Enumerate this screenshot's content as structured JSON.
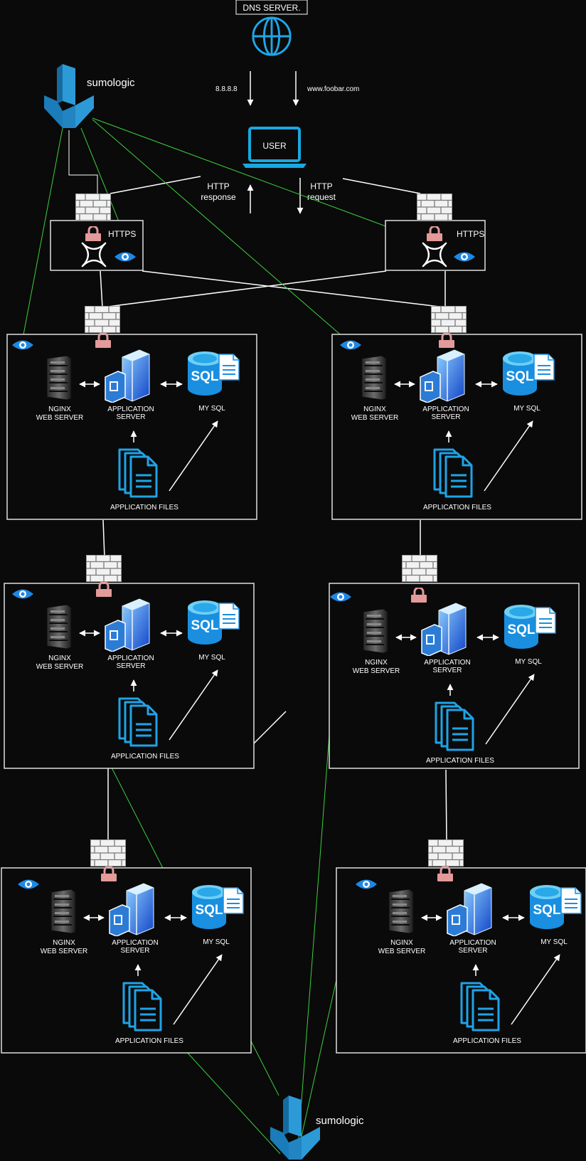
{
  "dns": {
    "label": "DNS  SERVER."
  },
  "sumologic": {
    "top_label": "sumologic",
    "bottom_label": "sumologic"
  },
  "dns_ip": "8.8.8.8",
  "dns_domain": "www.foobar.com",
  "user": {
    "label": "USER"
  },
  "http": {
    "response_line1": "HTTP",
    "response_line2": "response",
    "request_line1": "HTTP",
    "request_line2": "request"
  },
  "https_label": "HTTPS",
  "labels": {
    "nginx_line1": "NGINX",
    "nginx_line2": "WEB  SERVER",
    "app_line1": "APPLICATION",
    "app_line2": "SERVER",
    "sql_icon_text": "SQL",
    "mysql": "MY SQL",
    "app_files": "APPLICATION FILES"
  },
  "colors": {
    "background": "#0a0a0a",
    "monitoring_line": "#3ecf3e",
    "sumologic": "#1e88c7",
    "lock": "#e39a9a",
    "eye": "#1e88e5",
    "user_device": "#18a8e0"
  },
  "icons": [
    "globe-icon",
    "sumologic-logo",
    "laptop-icon",
    "firewall-icon",
    "lock-icon",
    "load-balancer-icon",
    "eye-icon",
    "server-rack-icon",
    "application-server-icon",
    "sql-database-icon",
    "documents-icon"
  ]
}
